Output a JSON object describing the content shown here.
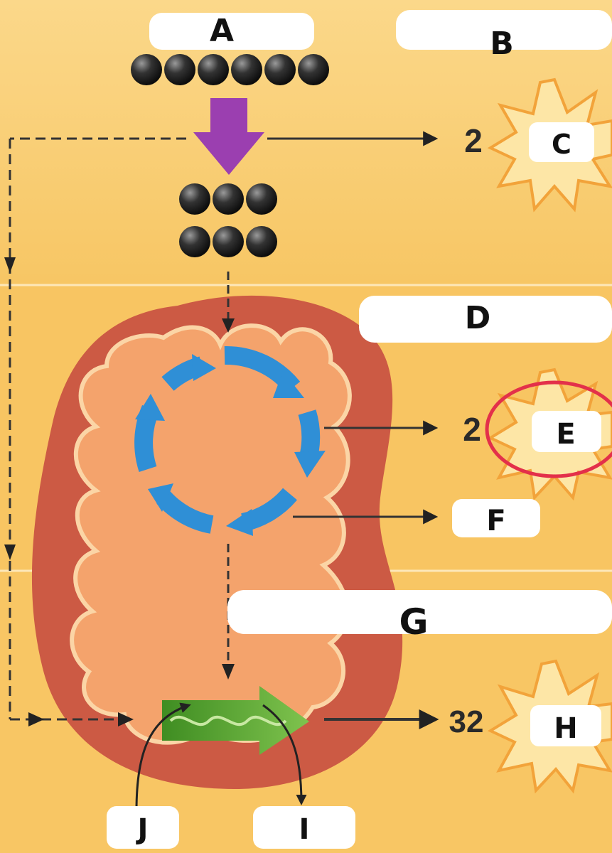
{
  "labels": {
    "A": "A",
    "B": "B",
    "C": "C",
    "D": "D",
    "E": "E",
    "F": "F",
    "G": "G",
    "H": "H",
    "I": "I",
    "J": "J"
  },
  "counts": {
    "stage1": "2",
    "stage2": "2",
    "stage3": "32"
  },
  "colors": {
    "background_top": "#fbd88a",
    "background_mid": "#f9c766",
    "membrane_outer": "#cf5a45",
    "membrane_inner": "#f3a06a",
    "cycle_arrow": "#2f8fd6",
    "down_arrow": "#9b3fb0",
    "transport_arrow": "#4c9a2a",
    "highlight_circle": "#e3304a",
    "burst_fill": "#fde6a6",
    "burst_stroke": "#f2a33a",
    "molecule": "#222222"
  },
  "molecule_counts": {
    "top_row": 6,
    "middle_rows": 2,
    "per_middle_row": 3
  }
}
